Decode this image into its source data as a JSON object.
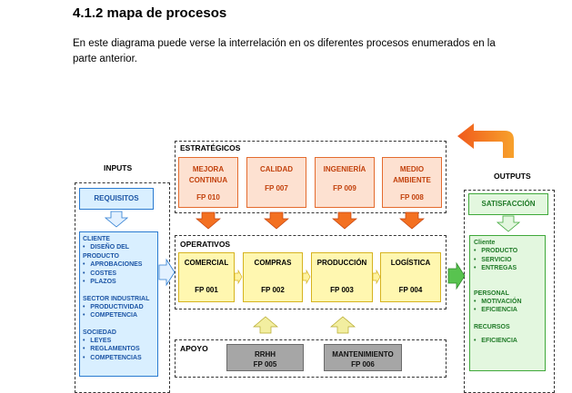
{
  "heading": "4.1.2 mapa de procesos",
  "intro": "En este diagrama puede verse la interrelación en os diferentes procesos enumerados en la parte anterior.",
  "diagram": {
    "inputs_label": "INPUTS",
    "outputs_label": "OUTPUTS",
    "requisitos_label": "REQUISITOS",
    "satisfaccion_label": "SATISFACCIÓN",
    "strategic": {
      "title": "ESTRATÉGICOS",
      "processes": [
        {
          "line1": "MEJORA",
          "line2": "CONTINUA",
          "code": "FP 010"
        },
        {
          "line1": "CALIDAD",
          "line2": "",
          "code": "FP 007"
        },
        {
          "line1": "INGENIERÍA",
          "line2": "",
          "code": "FP 009"
        },
        {
          "line1": "MEDIO",
          "line2": "AMBIENTE",
          "code": "FP 008"
        }
      ]
    },
    "operational": {
      "title": "OPERATIVOS",
      "processes": [
        {
          "name": "COMERCIAL",
          "code": "FP 001"
        },
        {
          "name": "COMPRAS",
          "code": "FP 002"
        },
        {
          "name": "PRODUCCIÓN",
          "code": "FP 003"
        },
        {
          "name": "LOGÍSTICA",
          "code": "FP 004"
        }
      ]
    },
    "support": {
      "title": "APOYO",
      "processes": [
        {
          "name": "RRHH",
          "code": "FP 005"
        },
        {
          "name": "MANTENIMIENTO",
          "code": "FP 006"
        }
      ]
    },
    "inputs_panel": {
      "cliente_title": "CLIENTE",
      "cliente_items": [
        "DISEÑO DEL",
        "PRODUCTO",
        "APROBACIONES",
        "COSTES",
        "PLAZOS"
      ],
      "sector_title": "SECTOR INDUSTRIAL",
      "sector_items": [
        "PRODUCTIVIDAD",
        "COMPETENCIA"
      ],
      "sociedad_title": "SOCIEDAD",
      "sociedad_items": [
        "LEYES",
        "REGLAMENTOS",
        "COMPETENCIAS"
      ]
    },
    "outputs_panel": {
      "cliente_title": "Cliente",
      "cliente_items": [
        "PRODUCTO",
        "SERVICIO",
        "ENTREGAS"
      ],
      "personal_title": "PERSONAL",
      "personal_items": [
        "MOTIVACIÓN",
        "EFICIENCIA"
      ],
      "recursos_title": "RECURSOS",
      "recursos_items": [
        "EFICIENCIA"
      ]
    },
    "colors": {
      "strategic_fill": "#fde1d1",
      "strategic_border": "#e46b2e",
      "operational_fill": "#fff7b0",
      "support_fill": "#a6a6a6",
      "input_blue": "#2a7bd1",
      "output_green": "#3fa83a",
      "arrow_orange": "#f37021"
    }
  }
}
